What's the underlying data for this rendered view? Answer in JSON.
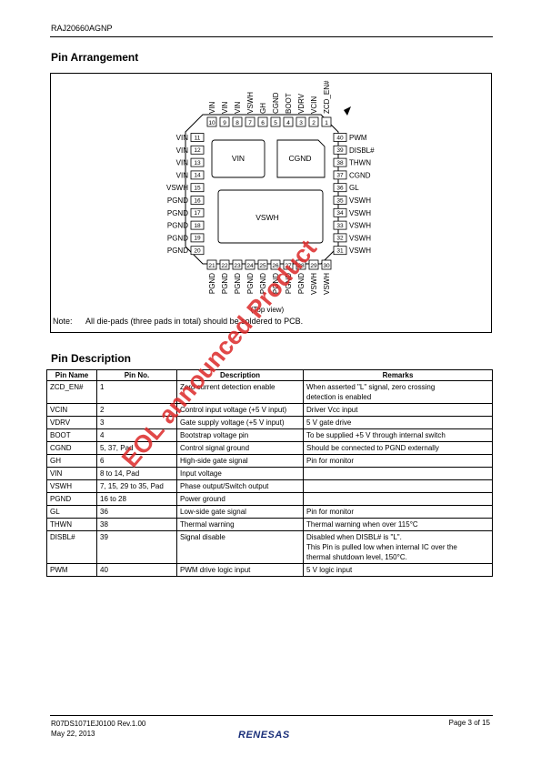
{
  "header": {
    "part_number": "RAJ20660AGNP"
  },
  "pin_arrangement": {
    "title": "Pin Arrangement",
    "top_pins": [
      {
        "no": "10",
        "name": "VIN"
      },
      {
        "no": "9",
        "name": "VIN"
      },
      {
        "no": "8",
        "name": "VIN"
      },
      {
        "no": "7",
        "name": "VSWH"
      },
      {
        "no": "6",
        "name": "GH"
      },
      {
        "no": "5",
        "name": "CGND"
      },
      {
        "no": "4",
        "name": "BOOT"
      },
      {
        "no": "3",
        "name": "VDRV"
      },
      {
        "no": "2",
        "name": "VCIN"
      },
      {
        "no": "1",
        "name": "ZCD_EN#"
      }
    ],
    "left_pins": [
      {
        "no": "11",
        "name": "VIN"
      },
      {
        "no": "12",
        "name": "VIN"
      },
      {
        "no": "13",
        "name": "VIN"
      },
      {
        "no": "14",
        "name": "VIN"
      },
      {
        "no": "15",
        "name": "VSWH"
      },
      {
        "no": "16",
        "name": "PGND"
      },
      {
        "no": "17",
        "name": "PGND"
      },
      {
        "no": "18",
        "name": "PGND"
      },
      {
        "no": "19",
        "name": "PGND"
      },
      {
        "no": "20",
        "name": "PGND"
      }
    ],
    "right_pins": [
      {
        "no": "40",
        "name": "PWM"
      },
      {
        "no": "39",
        "name": "DISBL#"
      },
      {
        "no": "38",
        "name": "THWN"
      },
      {
        "no": "37",
        "name": "CGND"
      },
      {
        "no": "36",
        "name": "GL"
      },
      {
        "no": "35",
        "name": "VSWH"
      },
      {
        "no": "34",
        "name": "VSWH"
      },
      {
        "no": "33",
        "name": "VSWH"
      },
      {
        "no": "32",
        "name": "VSWH"
      },
      {
        "no": "31",
        "name": "VSWH"
      }
    ],
    "bottom_pins": [
      {
        "no": "21",
        "name": "PGND"
      },
      {
        "no": "22",
        "name": "PGND"
      },
      {
        "no": "23",
        "name": "PGND"
      },
      {
        "no": "24",
        "name": "PGND"
      },
      {
        "no": "25",
        "name": "PGND"
      },
      {
        "no": "26",
        "name": "PGND"
      },
      {
        "no": "27",
        "name": "PGND"
      },
      {
        "no": "28",
        "name": "PGND"
      },
      {
        "no": "29",
        "name": "VSWH"
      },
      {
        "no": "30",
        "name": "VSWH"
      }
    ],
    "pads": {
      "vin": "VIN",
      "cgnd": "CGND",
      "vswh": "VSWH"
    },
    "view_label": "(Top view)",
    "note_label": "Note:",
    "note_text": "All die-pads (three pads in total) should be soldered to PCB."
  },
  "pin_description": {
    "title": "Pin Description",
    "columns": [
      "Pin Name",
      "Pin No.",
      "Description",
      "Remarks"
    ],
    "rows": [
      {
        "name": "ZCD_EN#",
        "no": "1",
        "desc": "Zero current detection enable",
        "remarks": [
          "When asserted \"L\" signal, zero crossing",
          "detection is enabled"
        ]
      },
      {
        "name": "VCIN",
        "no": "2",
        "desc": "Control input voltage (+5 V input)",
        "remarks": [
          "Driver Vcc input"
        ]
      },
      {
        "name": "VDRV",
        "no": "3",
        "desc": "Gate supply voltage (+5 V input)",
        "remarks": [
          "5 V gate drive"
        ]
      },
      {
        "name": "BOOT",
        "no": "4",
        "desc": "Bootstrap voltage pin",
        "remarks": [
          "To be supplied +5 V through internal switch"
        ]
      },
      {
        "name": "CGND",
        "no": "5, 37, Pad",
        "desc": "Control signal ground",
        "remarks": [
          "Should be connected to PGND externally"
        ]
      },
      {
        "name": "GH",
        "no": "6",
        "desc": "High-side gate signal",
        "remarks": [
          "Pin for monitor"
        ]
      },
      {
        "name": "VIN",
        "no": "8 to 14, Pad",
        "desc": "Input voltage",
        "remarks": [
          ""
        ]
      },
      {
        "name": "VSWH",
        "no": "7, 15, 29 to 35, Pad",
        "desc": "Phase output/Switch output",
        "remarks": [
          ""
        ]
      },
      {
        "name": "PGND",
        "no": "16 to 28",
        "desc": "Power ground",
        "remarks": [
          ""
        ]
      },
      {
        "name": "GL",
        "no": "36",
        "desc": "Low-side gate signal",
        "remarks": [
          "Pin for monitor"
        ]
      },
      {
        "name": "THWN",
        "no": "38",
        "desc": "Thermal warning",
        "remarks": [
          "Thermal warning when over 115°C"
        ]
      },
      {
        "name": "DISBL#",
        "no": "39",
        "desc": "Signal disable",
        "remarks": [
          "Disabled when DISBL# is \"L\".",
          "This Pin is pulled low when internal IC over the",
          "thermal shutdown level, 150°C."
        ]
      },
      {
        "name": "PWM",
        "no": "40",
        "desc": "PWM drive logic input",
        "remarks": [
          "5 V logic input"
        ]
      }
    ]
  },
  "watermark": "EOL announced Product",
  "footer": {
    "doc_no": "R07DS1071EJ0100  Rev.1.00",
    "date": "May 22, 2013",
    "page": "Page 3 of 15",
    "logo": "RENESAS"
  }
}
